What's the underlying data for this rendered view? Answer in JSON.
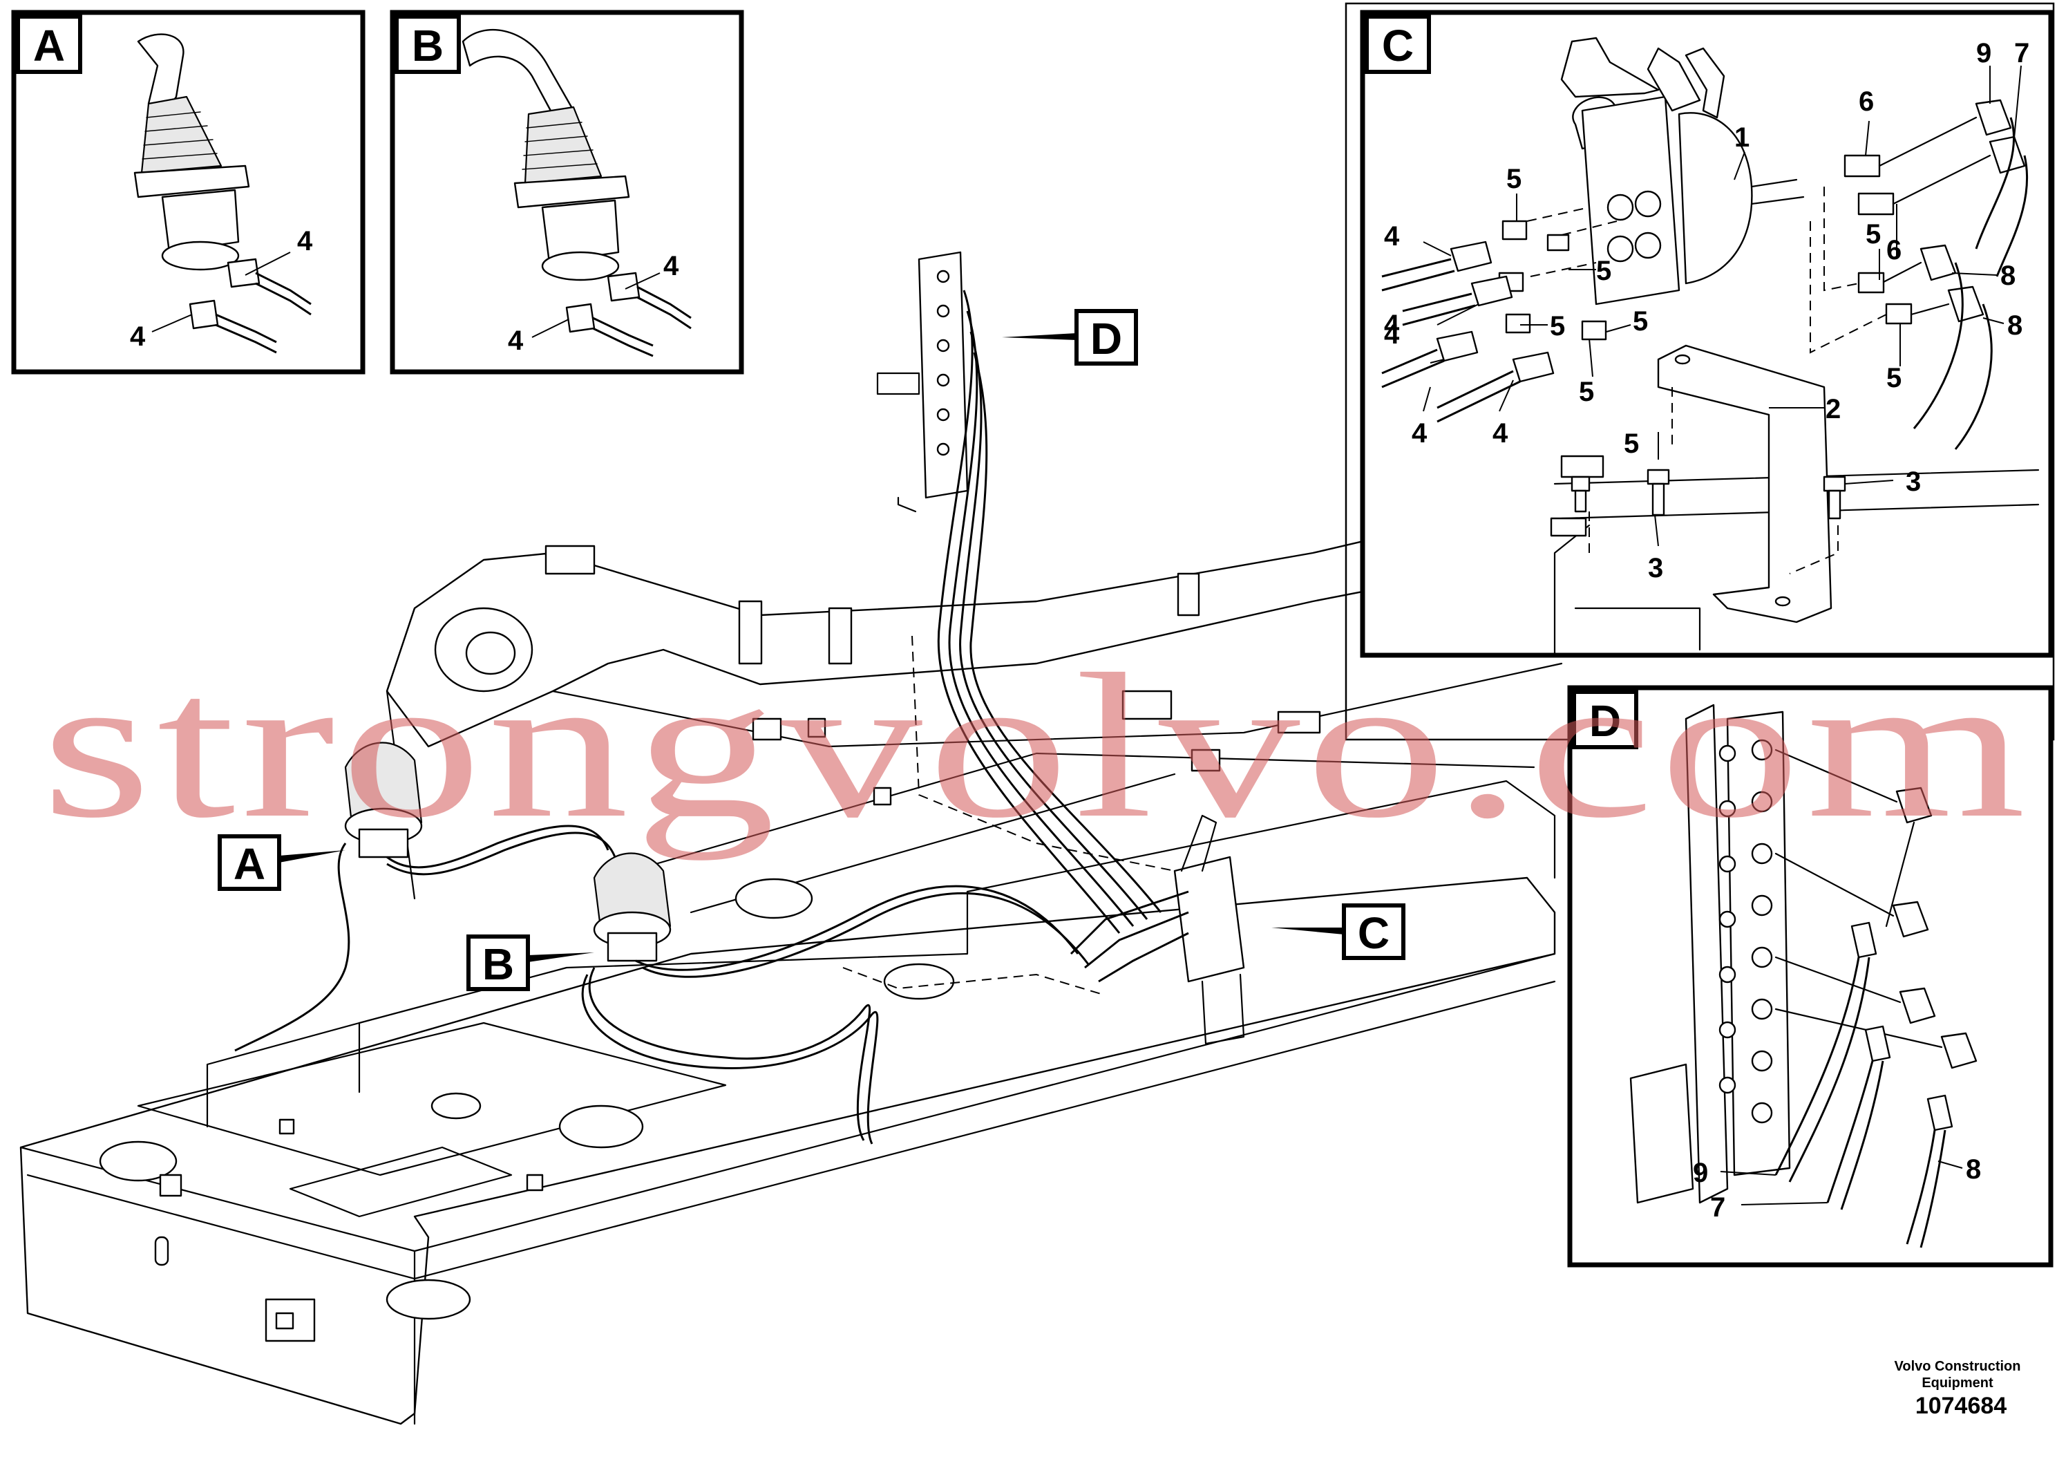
{
  "diagram": {
    "views": {
      "A": {
        "letter": "A",
        "callouts": [
          "4",
          "4"
        ]
      },
      "B": {
        "letter": "B",
        "callouts": [
          "4",
          "4"
        ]
      },
      "C": {
        "letter": "C",
        "callouts": [
          "9",
          "7",
          "6",
          "1",
          "5",
          "4",
          "5",
          "5",
          "6",
          "8",
          "4",
          "5",
          "5",
          "8",
          "4",
          "5",
          "4",
          "4",
          "5",
          "2",
          "5",
          "3",
          "3"
        ]
      },
      "D": {
        "letter": "D",
        "callouts": [
          "9",
          "7",
          "8"
        ]
      }
    },
    "main_labels": {
      "A": "A",
      "B": "B",
      "C": "C",
      "D": "D"
    },
    "footer": {
      "brand_line1": "Volvo Construction",
      "brand_line2": "Equipment",
      "part_number": "1074684"
    },
    "watermark": "strongvolvo.com"
  }
}
